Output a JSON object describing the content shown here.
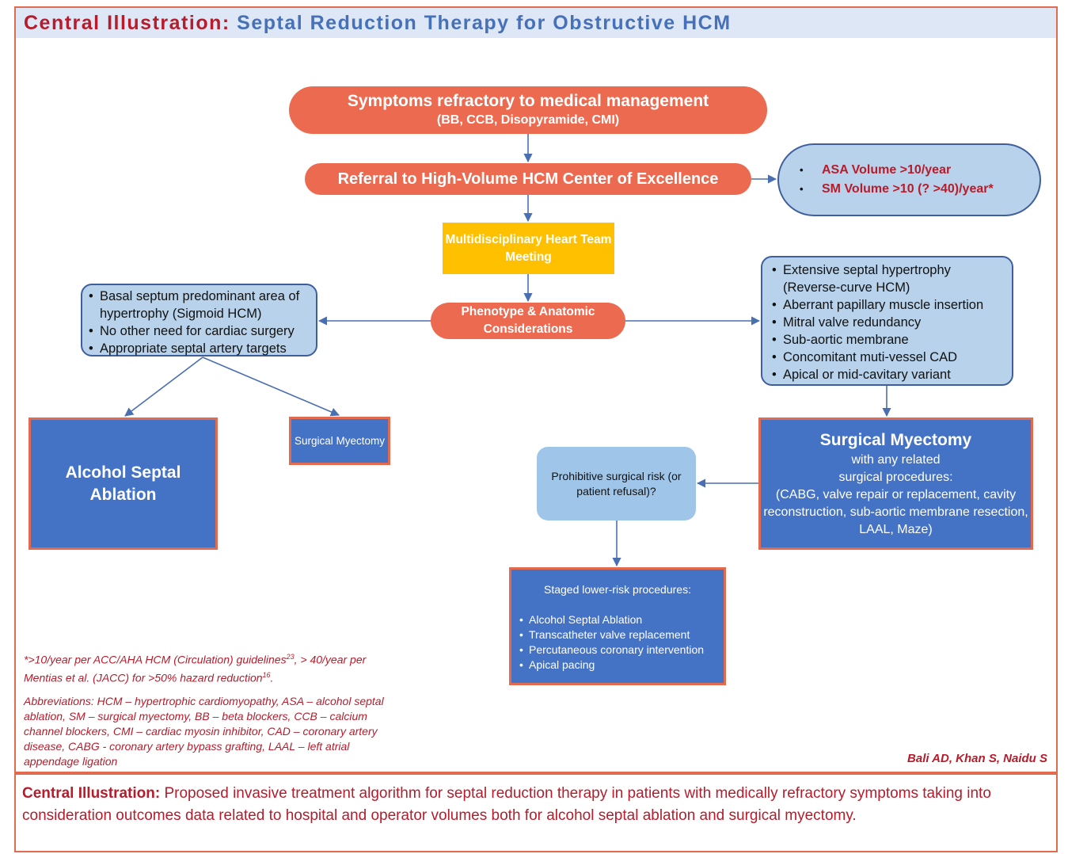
{
  "header": {
    "prefix": "Central Illustration:",
    "title": "Septal Reduction Therapy for Obstructive HCM"
  },
  "nodes": {
    "symptoms": {
      "main": "Symptoms refractory to medical management",
      "sub": "(BB, CCB, Disopyramide, CMI)"
    },
    "referral": "Referral to High-Volume HCM Center of Excellence",
    "volume": [
      "ASA Volume >10/year",
      "SM Volume >10 (? >40)/year*"
    ],
    "mdt": "Multidisciplinary Heart Team Meeting",
    "phenotype": "Phenotype & Anatomic Considerations",
    "left_criteria": [
      "Basal septum predominant area of hypertrophy (Sigmoid HCM)",
      "No other need for cardiac surgery",
      "Appropriate septal artery targets"
    ],
    "right_criteria": [
      "Extensive septal hypertrophy",
      "(Reverse-curve HCM)",
      "Aberrant papillary muscle insertion",
      "Mitral valve redundancy",
      "Sub-aortic membrane",
      "Concomitant muti-vessel CAD",
      "Apical or mid-cavitary variant"
    ],
    "asa": "Alcohol Septal Ablation",
    "sm_small": "Surgical Myectomy",
    "sm_big": {
      "title": "Surgical Myectomy",
      "line1": "with any related",
      "line2": "surgical procedures:",
      "line3": "(CABG, valve repair or replacement, cavity reconstruction,  sub-aortic membrane resection, LAAL, Maze)"
    },
    "prohibitive": "Prohibitive surgical risk (or patient refusal)?",
    "staged": {
      "title": "Staged lower-risk procedures:",
      "items": [
        "Alcohol Septal Ablation",
        "Transcatheter valve replacement",
        "Percutaneous coronary intervention",
        "Apical pacing"
      ]
    }
  },
  "notes": {
    "footnote_a": "*>10/year per ACC/AHA HCM (Circulation) guidelines",
    "footnote_sup1": "23",
    "footnote_b": ", > 40/year per Mentias et al. (JACC) for >50% hazard reduction",
    "footnote_sup2": "16",
    "footnote_c": ".",
    "abbreviations": "Abbreviations: HCM – hypertrophic cardiomyopathy, ASA – alcohol septal ablation, SM – surgical myectomy, BB – beta blockers, CCB – calcium channel blockers, CMI – cardiac myosin inhibitor, CAD – coronary artery disease, CABG - coronary artery bypass grafting, LAAL – left atrial appendage ligation",
    "authors": "Bali AD, Khan S, Naidu S"
  },
  "caption": {
    "prefix": "Central Illustration:",
    "text": " Proposed invasive treatment algorithm for septal reduction therapy in patients with medically refractory symptoms taking into consideration outcomes data related to hospital and operator volumes both for alcohol septal ablation and surgical myectomy."
  },
  "colors": {
    "accent_red": "#b61c2b",
    "pill_orange": "#ec6a50",
    "box_blue": "#4472c4",
    "light_blue": "#b7d2ea",
    "mdt_yellow": "#ffc000",
    "arrow": "#4a6fb0"
  }
}
